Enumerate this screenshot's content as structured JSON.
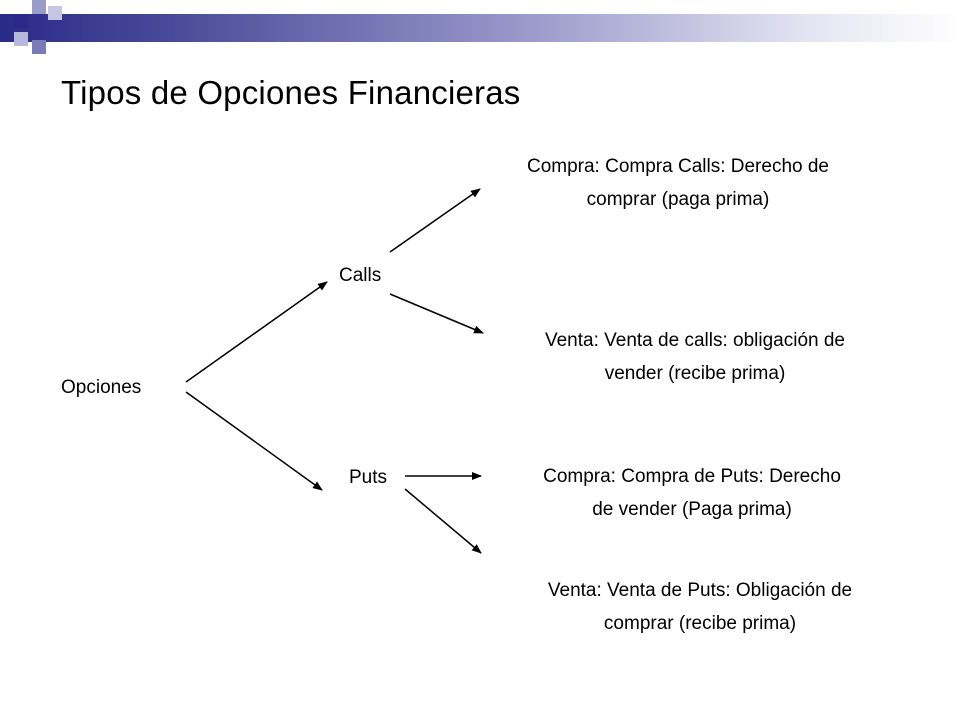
{
  "title": "Tipos de Opciones Financieras",
  "nodes": {
    "root": "Opciones",
    "calls": "Calls",
    "puts": "Puts"
  },
  "leaves": {
    "calls_compra": {
      "line1": "Compra: Compra Calls: Derecho de",
      "line2": "comprar (paga prima)"
    },
    "calls_venta": {
      "line1": "Venta: Venta de calls: obligación de",
      "line2": "vender (recibe prima)"
    },
    "puts_compra": {
      "line1": "Compra: Compra de Puts: Derecho",
      "line2": "de vender (Paga prima)"
    },
    "puts_venta": {
      "line1": "Venta: Venta de Puts: Obligación de",
      "line2": "comprar (recibe prima)"
    }
  },
  "colors": {
    "header_dark": "#2a2a88",
    "header_mid": "#7a7ab8",
    "header_light": "#b8b8dc",
    "arrow": "#000000",
    "text": "#000000"
  }
}
